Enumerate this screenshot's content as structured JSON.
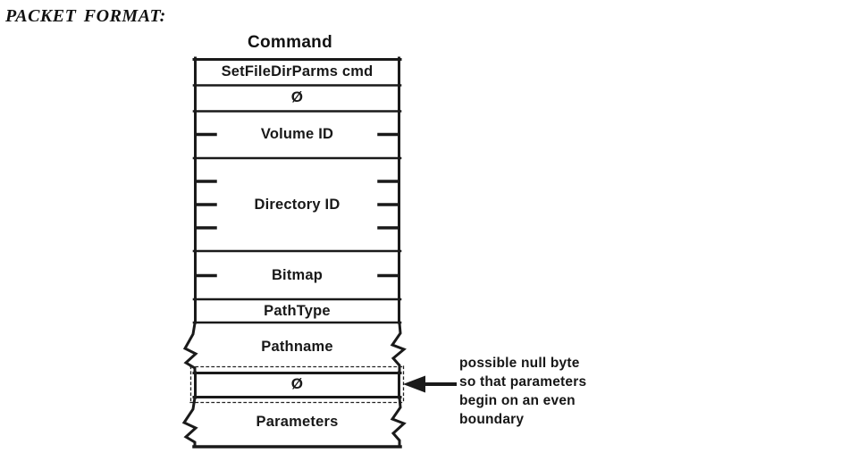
{
  "page": {
    "title": "PACKET FORMAT:"
  },
  "diagram": {
    "header": "Command",
    "fields": [
      {
        "label": "SetFileDirParms cmd"
      },
      {
        "label": "Ø"
      },
      {
        "label": "Volume ID"
      },
      {
        "label": "Directory ID"
      },
      {
        "label": "Bitmap"
      },
      {
        "label": "PathType"
      },
      {
        "label": "Pathname"
      },
      {
        "label": "Ø"
      },
      {
        "label": "Parameters"
      }
    ]
  },
  "annotation": {
    "lines": [
      "possible null byte",
      "so that parameters",
      "begin on an even",
      "boundary"
    ]
  },
  "colors": {
    "ink": "#1a1a1a",
    "background": "#ffffff"
  }
}
